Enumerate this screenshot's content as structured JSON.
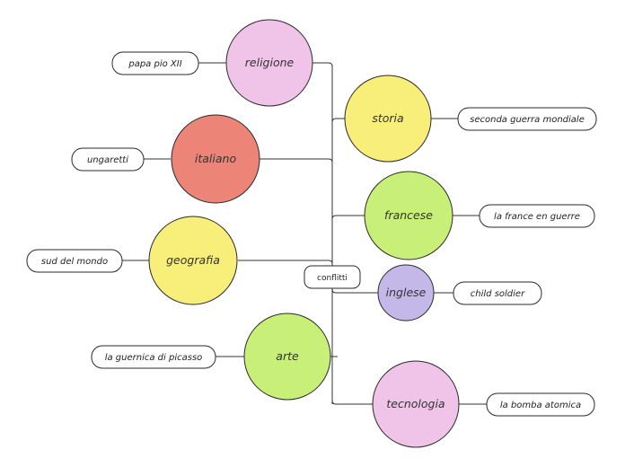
{
  "center": {
    "label": "conflitti"
  },
  "topics": [
    {
      "id": "religione",
      "label": "religione",
      "color": "#f0c3e8",
      "leaf": "papa pio XII"
    },
    {
      "id": "italiano",
      "label": "italiano",
      "color": "#ec8478",
      "leaf": "ungaretti"
    },
    {
      "id": "geografia",
      "label": "geografia",
      "color": "#f8ee7a",
      "leaf": "sud del mondo"
    },
    {
      "id": "arte",
      "label": "arte",
      "color": "#c8f078",
      "leaf": "la guernica di picasso"
    },
    {
      "id": "storia",
      "label": "storia",
      "color": "#f8ee7a",
      "leaf": "seconda guerra mondiale"
    },
    {
      "id": "francese",
      "label": "francese",
      "color": "#c8f078",
      "leaf": "la france en guerre"
    },
    {
      "id": "inglese",
      "label": "inglese",
      "color": "#c4b8e8",
      "leaf": "child soldier"
    },
    {
      "id": "tecnologia",
      "label": "tecnologia",
      "color": "#f0c3e8",
      "leaf": "la bomba atomica"
    }
  ]
}
